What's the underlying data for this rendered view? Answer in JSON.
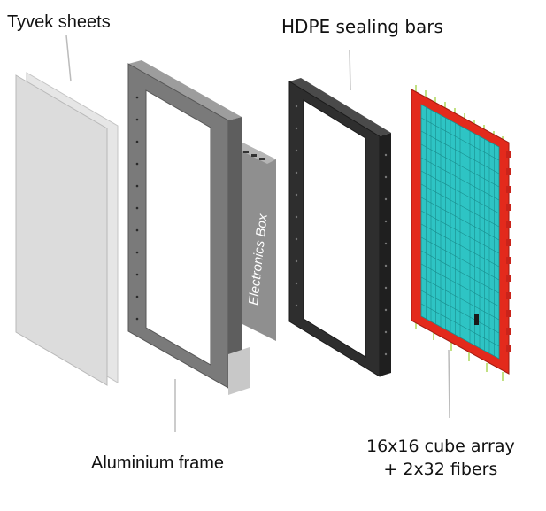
{
  "labels": {
    "tyvek": "Tyvek sheets",
    "hdpe": "HDPE sealing bars",
    "aluminium": "Aluminium frame",
    "cube_line1": "16x16 cube array",
    "cube_line2": "+ 2x32 fibers",
    "electronics": "Electronics Box"
  },
  "colors": {
    "tyvek": "#dcdcdc",
    "aluminium": "#6e6e6e",
    "hdpe": "#2e2e2e",
    "cube_border": "#e32a1c",
    "cube_grid": "#2ec4c4",
    "fiber": "#9acd32"
  }
}
